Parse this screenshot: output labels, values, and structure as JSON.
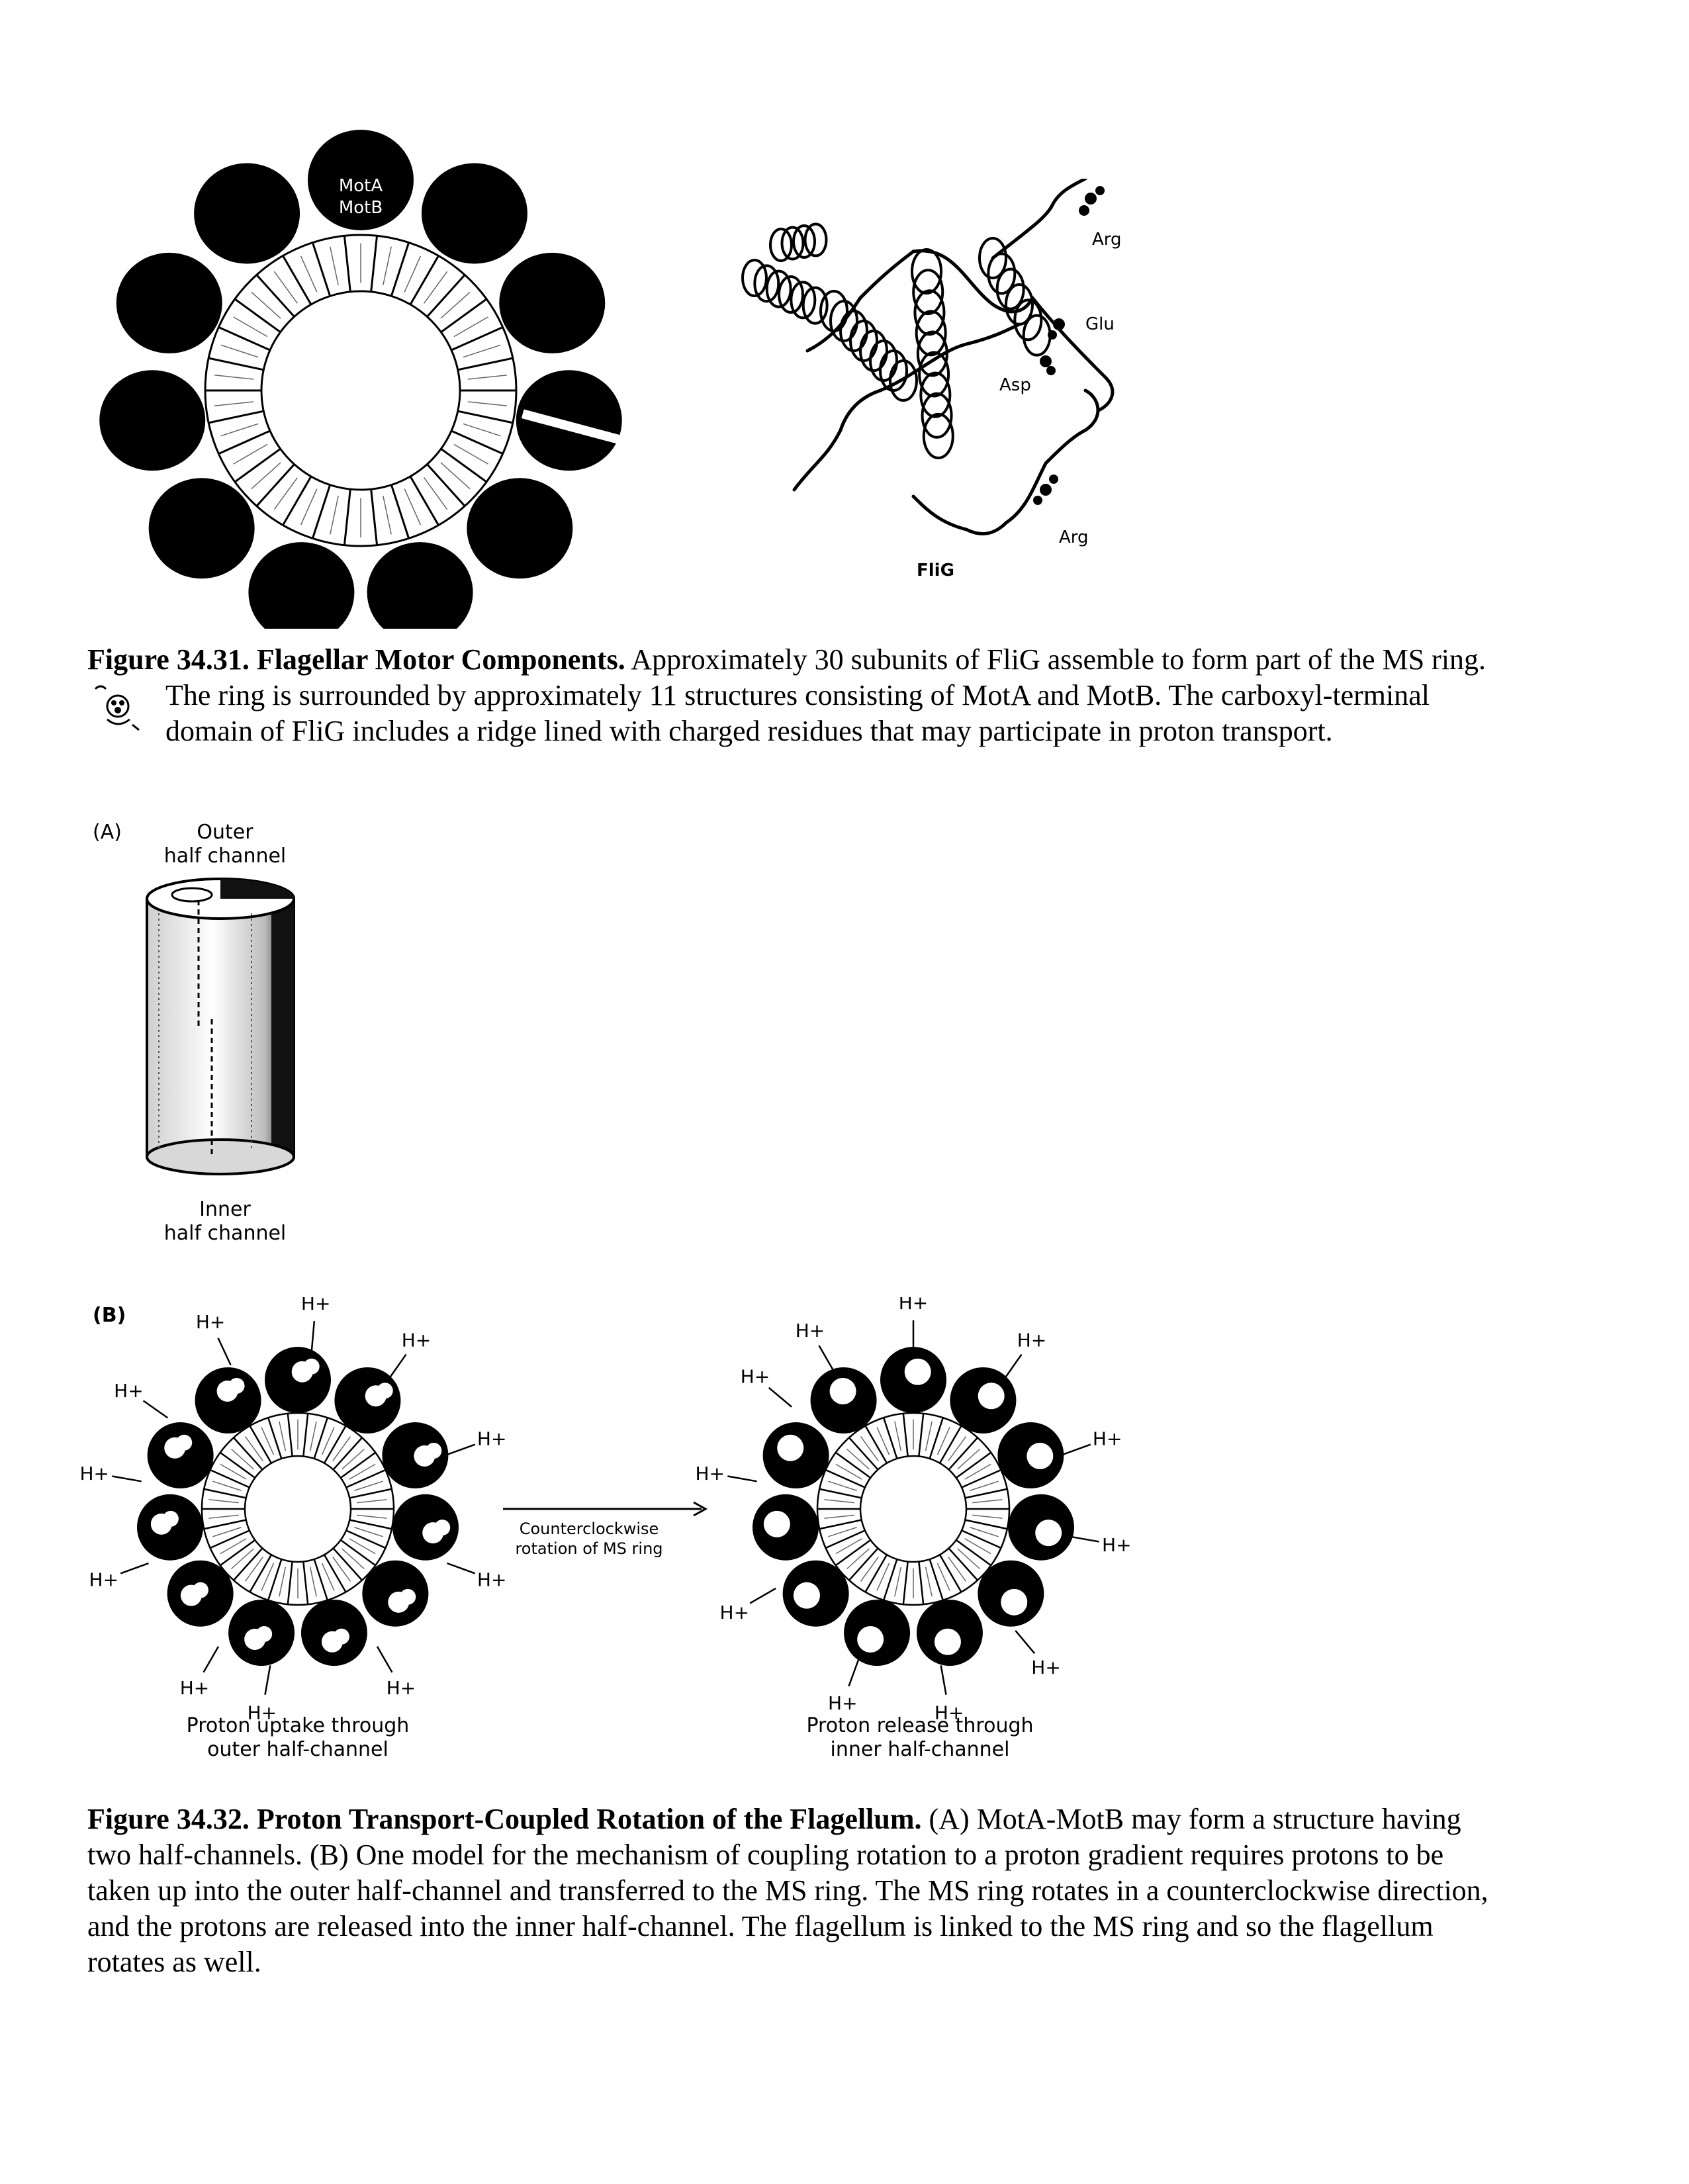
{
  "fig31": {
    "ring_label_line1": "MotA",
    "ring_label_line2": "MotB",
    "residue_arg_top": "Arg",
    "residue_glu": "Glu",
    "residue_asp": "Asp",
    "residue_arg_bottom": "Arg",
    "protein_label": "FliG",
    "caption_title": "Figure 34.31. Flagellar Motor Components.",
    "caption_line1": "Approximately 30 subunits of FliG assemble to form part of the MS ring.",
    "caption_line2": "The ring is surrounded by approximately 11 structures consisting of MotA and MotB. The carboxyl-terminal",
    "caption_line3": "domain of FliG includes a ridge lined with charged residues that may participate in proton transport."
  },
  "fig32": {
    "panel_a_label": "(A)",
    "outer_line1": "Outer",
    "outer_line2": "half channel",
    "inner_line1": "Inner",
    "inner_line2": "half channel",
    "panel_b_label": "(B)",
    "proton": "H+",
    "arrow_line1": "Counterclockwise",
    "arrow_line2": "rotation of MS ring",
    "left_caption_line1": "Proton uptake through",
    "left_caption_line2": "outer half-channel",
    "right_caption_line1": "Proton release through",
    "right_caption_line2": "inner half-channel",
    "caption_title": "Figure 34.32. Proton Transport-Coupled Rotation of the Flagellum.",
    "caption_line1": "(A) MotA-MotB may form a structure having",
    "caption_line2": "two half-channels. (B) One model for the mechanism of coupling rotation to a proton gradient requires protons to be",
    "caption_line3": "taken up into the outer half-channel and transferred to the MS ring. The MS ring rotates in a counterclockwise direction,",
    "caption_line4": "and the protons are released into the inner half-channel. The flagellum is linked to the MS ring and so the flagellum",
    "caption_line5": "rotates as well."
  },
  "icons": [
    "molecule-viewer-icon"
  ]
}
